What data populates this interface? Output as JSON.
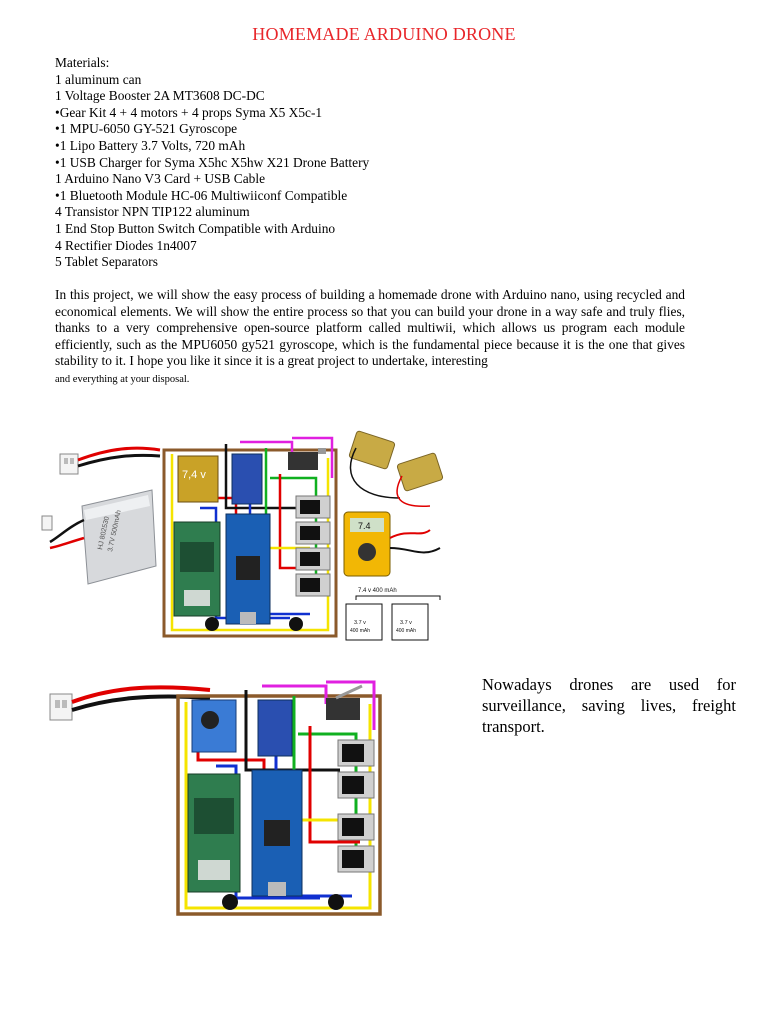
{
  "document": {
    "title": "HOMEMADE ARDUINO DRONE",
    "materials_heading": "Materials:",
    "materials": [
      "1 aluminum can",
      " 1 Voltage Booster 2A MT3608 DC-DC",
      "•Gear Kit 4 + 4 motors + 4 props Syma X5 X5c-1",
      "•1 MPU-6050 GY-521 Gyroscope",
      "•1 Lipo Battery 3.7 Volts, 720 mAh",
      "•1 USB Charger for Syma X5hc X5hw X21 Drone Battery",
      "1 Arduino Nano V3 Card + USB Cable",
      "•1 Bluetooth Module HC-06 Multiwiiconf Compatible",
      "4 Transistor NPN TIP122 aluminum",
      "1 End Stop Button Switch Compatible with Arduino",
      "4 Rectifier Diodes 1n4007",
      "5 Tablet Separators"
    ],
    "intro_paragraph": "In this project, we will show the easy process of building a homemade drone with Arduino nano, using recycled and economical elements. We will show the entire process so that you can build your drone in a way safe and truly flies, thanks to a very comprehensive open-source platform called multiwii, which allows us program each module efficiently, such as the MPU6050 gy521 gyroscope, which is the fundamental piece because it is the one that gives stability to it. I hope you like it since it is a great project to undertake, interesting",
    "intro_tail": "and everything at your disposal.",
    "side_text": "Nowadays drones are used for surveillance, saving lives, freight transport."
  },
  "diagram1": {
    "battery_voltage": "7,4 v",
    "battery_label_lines": [
      "HJ 802530",
      "3.7V 500mAh"
    ],
    "multimeter_reading": "7.4",
    "series_label": "7.4 v 400 mAh",
    "cell_label_voltage": "3.7 v",
    "cell_label_capacity": "400 mAh"
  },
  "colors": {
    "title": "#e8262a",
    "board_outline": "#8b5a2b",
    "wire_yellow": "#f5e400",
    "wire_red": "#e00000",
    "wire_blue": "#1030d0",
    "wire_green": "#10b020",
    "wire_magenta": "#e020e0",
    "wire_black": "#111111",
    "arduino": "#1a5fb4",
    "bluetooth": "#2f7d4f",
    "multimeter": "#f2b705"
  }
}
